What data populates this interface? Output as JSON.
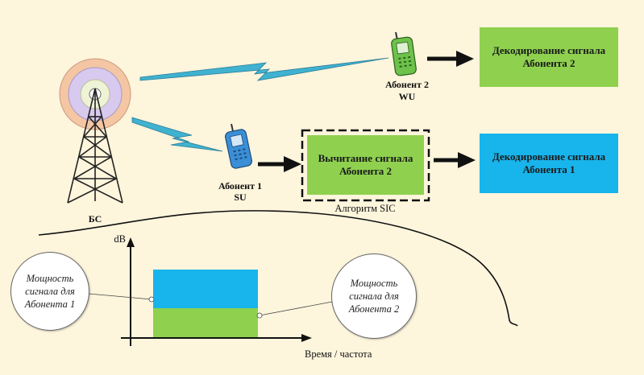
{
  "base_station": {
    "label": "БС"
  },
  "subscriber2": {
    "name": "Абонент 2",
    "code": "WU"
  },
  "subscriber1": {
    "name": "Абонент 1",
    "code": "SU"
  },
  "boxes": {
    "decode2": "Декодирование сигнала\nАбонента 2",
    "subtract2": "Вычитание сигнала\nАбонента 2",
    "decode1": "Декодирование сигнала\nАбонента 1"
  },
  "sic_label": "Алгоритм SIC",
  "chart": {
    "ylabel": "dB",
    "xlabel": "Время / частота",
    "bubble1": "Мощность\nсигнала для\nАбонента 1",
    "bubble2": "Мощность\nсигнала для\nАбонента 2"
  },
  "colors": {
    "background": "#fdf5dc",
    "green": "#8fd14f",
    "blue": "#18b4ec"
  }
}
